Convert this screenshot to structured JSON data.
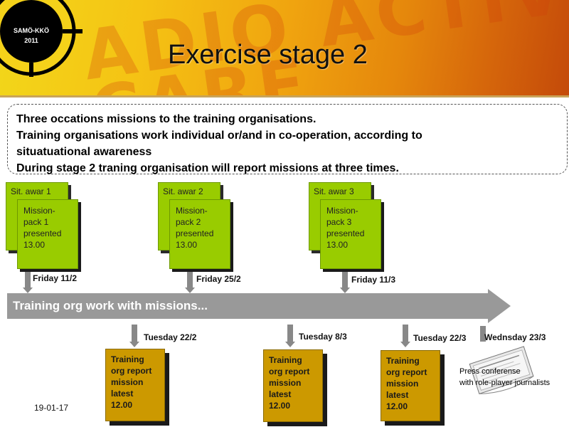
{
  "header": {
    "title": "Exercise stage 2",
    "logo_text_1": "SAMÖ-KKÖ",
    "logo_text_2": "2011",
    "background_letters": [
      "ADIO ACTIV",
      "  CARE"
    ]
  },
  "info": {
    "lines": [
      "Three occations missions to the training organisations.",
      "Training organisations work individual or/and in co-operation, according to",
      "situatuational awareness",
      "During stage 2 traning organisation will report missions at three times."
    ]
  },
  "missions": [
    {
      "sit_label": "Sit. awar 1",
      "pack_lines": [
        "Mission-",
        "pack 1",
        "presented",
        "13.00"
      ],
      "date": "Friday 11/2"
    },
    {
      "sit_label": "Sit. awar 2",
      "pack_lines": [
        "Mission-",
        "pack 2",
        "presented",
        "13.00"
      ],
      "date": "Friday 25/2"
    },
    {
      "sit_label": "Sit. awar 3",
      "pack_lines": [
        "Mission-",
        "pack  3",
        "presented",
        "13.00"
      ],
      "date": "Friday 11/3"
    }
  ],
  "timeline": {
    "label": "Training org work with missions..."
  },
  "reports": [
    {
      "date": "Tuesday  22/2",
      "lines": [
        "Training",
        "org report",
        "mission",
        "latest",
        "12.00"
      ]
    },
    {
      "date": "Tuesday  8/3",
      "lines": [
        "Training",
        "org report",
        "mission",
        "latest",
        "12.00"
      ]
    },
    {
      "date": "Tuesday 22/3",
      "lines": [
        "Training",
        "org report",
        "mission",
        "latest",
        "12.00"
      ]
    }
  ],
  "press": {
    "date": "Wednsday 23/3",
    "lines": [
      "Press conferense",
      "with role-player journalists"
    ]
  },
  "footer": {
    "slide_date": "19-01-17"
  },
  "colors": {
    "note_green": "#99cc00",
    "report_gold": "#cc9900",
    "timeline_gray": "#999999",
    "connector_gray": "#888888"
  }
}
